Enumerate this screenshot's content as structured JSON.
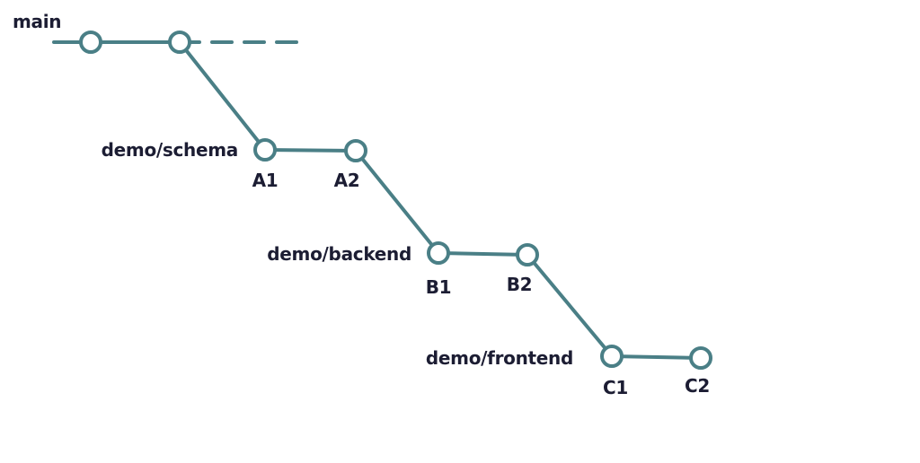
{
  "colors": {
    "line": "#4a7f86",
    "text": "#1c1d33",
    "node_fill": "#ffffff"
  },
  "branches": {
    "main": {
      "label": "main"
    },
    "schema": {
      "label": "demo/schema",
      "commits": [
        "A1",
        "A2"
      ]
    },
    "backend": {
      "label": "demo/backend",
      "commits": [
        "B1",
        "B2"
      ]
    },
    "frontend": {
      "label": "demo/frontend",
      "commits": [
        "C1",
        "C2"
      ]
    }
  }
}
